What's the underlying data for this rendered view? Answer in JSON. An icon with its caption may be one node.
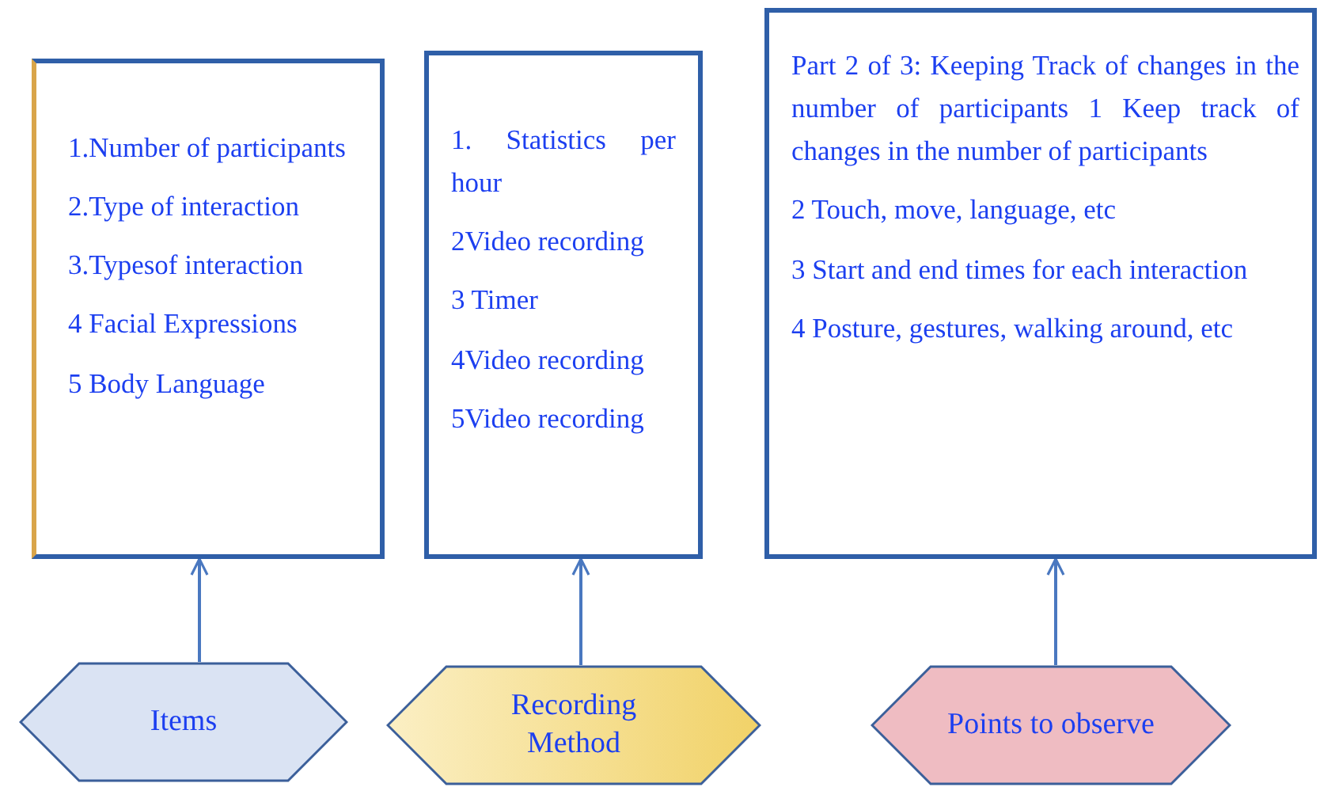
{
  "diagram": {
    "nodes": [
      {
        "text": [
          "1.Number of participants",
          "2.Type of interaction",
          "3.Typesof interaction",
          "4 Facial Expressions",
          "5 Body Language"
        ]
      },
      {
        "text": [
          "1. Statistics per hour",
          "2Video recording",
          "3 Timer",
          "4Video recording",
          "5Video recording"
        ]
      },
      {
        "text": [
          "Part 2 of 3: Keeping Track of changes in the number of participants 1 Keep track of changes in the number of participants",
          "2 Touch, move, language, etc",
          "3 Start and end times for each interaction",
          "4 Posture, gestures, walking around, etc"
        ]
      },
      {
        "text": [
          "Items"
        ]
      },
      {
        "text": [
          "Recording Method"
        ]
      },
      {
        "text": [
          "Points to observe"
        ]
      }
    ],
    "edges": [
      {
        "from": 3,
        "to": 0,
        "arrow": "to"
      },
      {
        "from": 4,
        "to": 1,
        "arrow": "to"
      },
      {
        "from": 5,
        "to": 2,
        "arrow": "to"
      }
    ]
  }
}
